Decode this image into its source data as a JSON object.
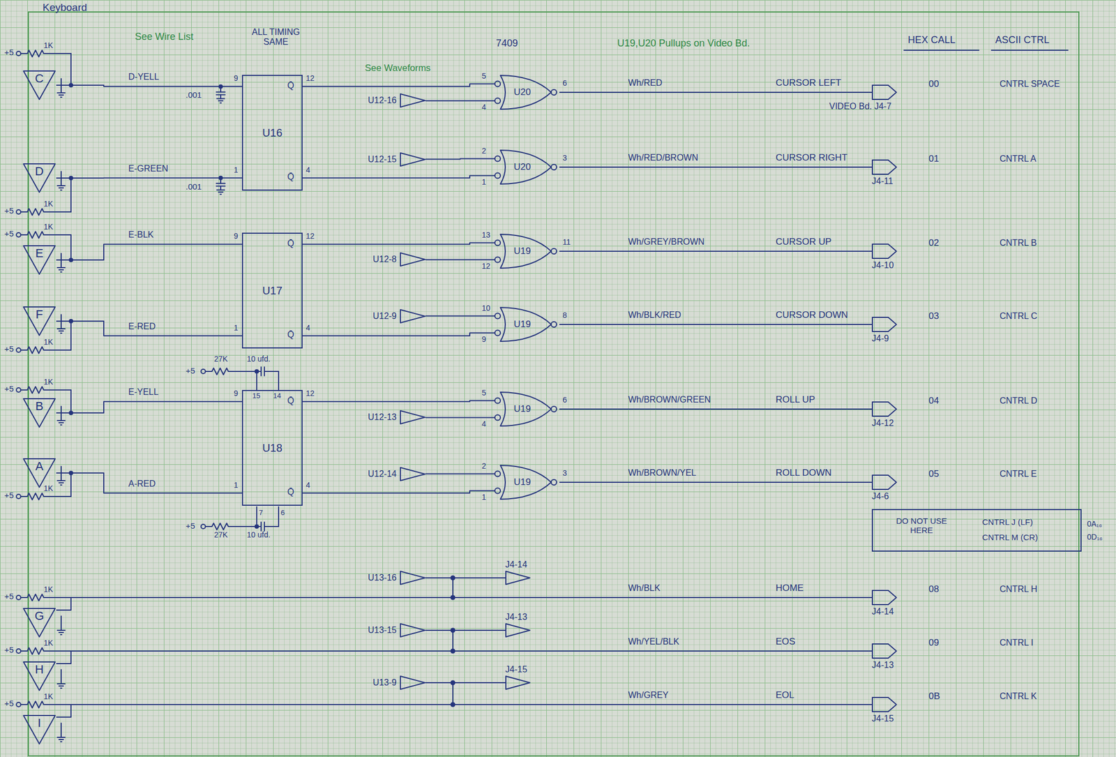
{
  "diagram": {
    "nodes": [
      {
        "text": [
          "C"
        ]
      },
      {
        "text": [
          "D"
        ]
      },
      {
        "text": [
          "E"
        ]
      },
      {
        "text": [
          "F"
        ]
      },
      {
        "text": [
          "B"
        ]
      },
      {
        "text": [
          "A"
        ]
      },
      {
        "text": [
          "G"
        ]
      },
      {
        "text": [
          "H"
        ]
      },
      {
        "text": [
          "I"
        ]
      },
      {
        "text": [
          "U16"
        ]
      },
      {
        "text": [
          "U17"
        ]
      },
      {
        "text": [
          "U18"
        ]
      },
      {
        "text": [
          "U20"
        ]
      },
      {
        "text": [
          "U20"
        ]
      },
      {
        "text": [
          "U19"
        ]
      },
      {
        "text": [
          "U19"
        ]
      },
      {
        "text": [
          "U19"
        ]
      },
      {
        "text": [
          "U19"
        ]
      },
      {
        "text": [
          "U12-16"
        ]
      },
      {
        "text": [
          "U12-15"
        ]
      },
      {
        "text": [
          "U12-8"
        ]
      },
      {
        "text": [
          "U12-9"
        ]
      },
      {
        "text": [
          "U12-13"
        ]
      },
      {
        "text": [
          "U12-14"
        ]
      },
      {
        "text": [
          "VIDEO Bd. J4-7"
        ]
      },
      {
        "text": [
          "J4-11"
        ]
      },
      {
        "text": [
          "J4-10"
        ]
      },
      {
        "text": [
          "J4-9"
        ]
      },
      {
        "text": [
          "J4-12"
        ]
      },
      {
        "text": [
          "J4-6"
        ]
      },
      {
        "text": [
          "J4-14"
        ]
      },
      {
        "text": [
          "J4-13"
        ]
      },
      {
        "text": [
          "J4-15"
        ]
      },
      {
        "text": [
          "U13-16"
        ]
      },
      {
        "text": [
          "U13-15"
        ]
      },
      {
        "text": [
          "U13-9"
        ]
      },
      {
        "text": [
          "J4-14"
        ]
      },
      {
        "text": [
          "J4-13"
        ]
      },
      {
        "text": [
          "J4-15"
        ]
      },
      {
        "text": [
          "DO NOT USE HERE",
          "CNTRL J (LF)",
          "CNTRL M (CR)"
        ]
      }
    ],
    "edges": [
      {
        "from": 0,
        "to": 9,
        "arrow": "none",
        "label": "D-YELL"
      },
      {
        "from": 1,
        "to": 9,
        "arrow": "none",
        "label": "E-GREEN"
      },
      {
        "from": 2,
        "to": 10,
        "arrow": "none",
        "label": "E-BLK"
      },
      {
        "from": 3,
        "to": 10,
        "arrow": "none",
        "label": "E-RED"
      },
      {
        "from": 4,
        "to": 11,
        "arrow": "none",
        "label": "E-YELL"
      },
      {
        "from": 5,
        "to": 11,
        "arrow": "none",
        "label": "A-RED"
      },
      {
        "from": 9,
        "to": 12,
        "arrow": "none"
      },
      {
        "from": 9,
        "to": 13,
        "arrow": "none"
      },
      {
        "from": 10,
        "to": 14,
        "arrow": "none"
      },
      {
        "from": 10,
        "to": 15,
        "arrow": "none"
      },
      {
        "from": 11,
        "to": 16,
        "arrow": "none"
      },
      {
        "from": 11,
        "to": 17,
        "arrow": "none"
      },
      {
        "from": 18,
        "to": 12,
        "arrow": "none"
      },
      {
        "from": 19,
        "to": 13,
        "arrow": "none"
      },
      {
        "from": 20,
        "to": 14,
        "arrow": "none"
      },
      {
        "from": 21,
        "to": 15,
        "arrow": "none"
      },
      {
        "from": 22,
        "to": 16,
        "arrow": "none"
      },
      {
        "from": 23,
        "to": 17,
        "arrow": "none"
      },
      {
        "from": 12,
        "to": 24,
        "arrow": "none",
        "label": "Wh/RED"
      },
      {
        "from": 13,
        "to": 25,
        "arrow": "none",
        "label": "Wh/RED/BROWN"
      },
      {
        "from": 14,
        "to": 26,
        "arrow": "none",
        "label": "Wh/GREY/BROWN"
      },
      {
        "from": 15,
        "to": 27,
        "arrow": "none",
        "label": "Wh/BLK/RED"
      },
      {
        "from": 16,
        "to": 28,
        "arrow": "none",
        "label": "Wh/BROWN/GREEN"
      },
      {
        "from": 17,
        "to": 29,
        "arrow": "none",
        "label": "Wh/BROWN/YEL"
      },
      {
        "from": 6,
        "to": 30,
        "arrow": "none",
        "label": "Wh/BLK"
      },
      {
        "from": 7,
        "to": 31,
        "arrow": "none",
        "label": "Wh/YEL/BLK"
      },
      {
        "from": 8,
        "to": 32,
        "arrow": "none",
        "label": "Wh/GREY"
      },
      {
        "from": 33,
        "to": 36,
        "arrow": "none"
      },
      {
        "from": 34,
        "to": 37,
        "arrow": "none"
      },
      {
        "from": 35,
        "to": 38,
        "arrow": "none"
      }
    ],
    "labels": [
      "Keyboard",
      "See Wire List",
      "ALL TIMING SAME",
      "See Waveforms",
      "7409",
      "U19,U20 Pullups on Video Bd.",
      "HEX CALL",
      "ASCII CTRL",
      "+5",
      "1K",
      "+5",
      "1K",
      "+5",
      "1K",
      "+5",
      "1K",
      "+5",
      "1K",
      "+5",
      "1K",
      "+5",
      "1K",
      "+5",
      "1K",
      "+5",
      "1K",
      ".001",
      ".001",
      "+5",
      "27K",
      "10 ufd.",
      "15",
      "14",
      "7",
      "6",
      "+5",
      "27K",
      "10 ufd.",
      "Q̄",
      "Q̄",
      "Q̄",
      "Q̄",
      "Q̄",
      "Q̄",
      "9",
      "1",
      "12",
      "4",
      "9",
      "1",
      "12",
      "4",
      "9",
      "1",
      "12",
      "4",
      "5",
      "4",
      "6",
      "2",
      "1",
      "3",
      "13",
      "12",
      "11",
      "10",
      "9",
      "8",
      "5",
      "4",
      "6",
      "2",
      "1",
      "3",
      "CURSOR LEFT",
      "CURSOR RIGHT",
      "CURSOR UP",
      "CURSOR DOWN",
      "ROLL UP",
      "ROLL DOWN",
      "HOME",
      "EOS",
      "EOL",
      "00",
      "01",
      "02",
      "03",
      "04",
      "05",
      "08",
      "09",
      "0B",
      "CNTRL SPACE",
      "CNTRL A",
      "CNTRL B",
      "CNTRL C",
      "CNTRL D",
      "CNTRL E",
      "CNTRL H",
      "CNTRL I",
      "CNTRL K",
      "0A₁₆",
      "0D₁₆"
    ]
  }
}
